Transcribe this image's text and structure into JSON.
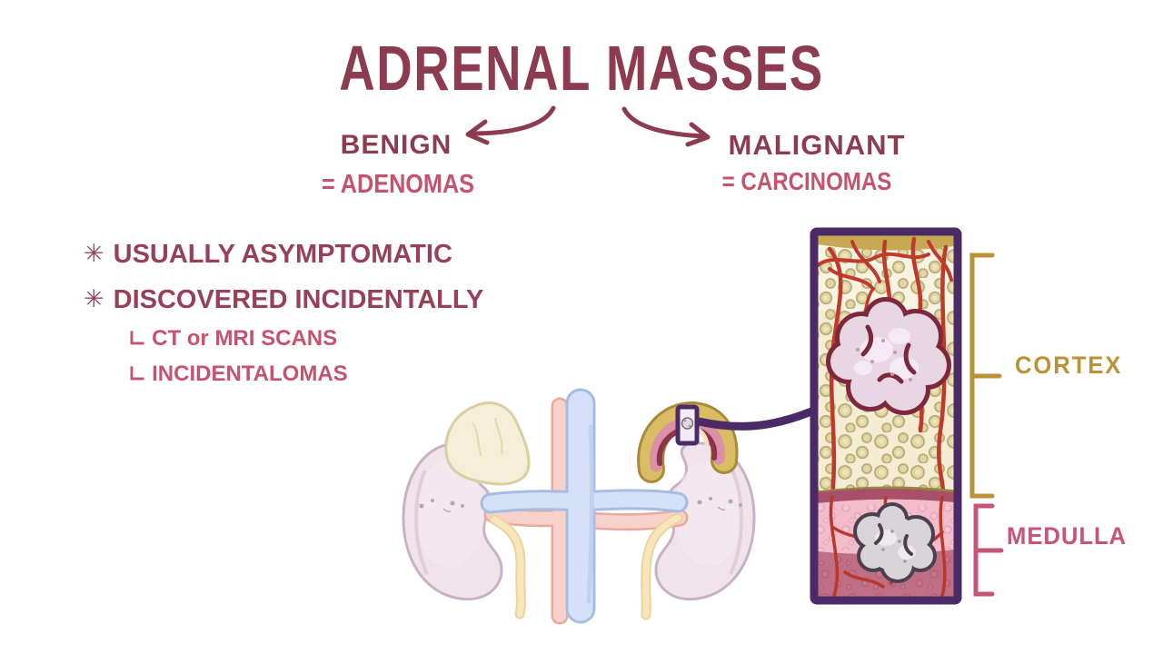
{
  "title": "ADRENAL MASSES",
  "taxonomy": {
    "benign": {
      "label": "BENIGN",
      "definition": "= ADENOMAS"
    },
    "malignant": {
      "label": "MALIGNANT",
      "definition": "= CARCINOMAS"
    }
  },
  "facts": {
    "bullet_glyph": "✳",
    "sub_bullet_glyph": "∟",
    "items": [
      {
        "text": "USUALLY ASYMPTOMATIC"
      },
      {
        "text": "DISCOVERED INCIDENTALLY",
        "sub": [
          "CT or MRI SCANS",
          "INCIDENTALOMAS"
        ]
      }
    ]
  },
  "histology": {
    "cortex_label": "CORTEX",
    "medulla_label": "MEDULLA"
  },
  "colors": {
    "title_maroon": "#8d3b50",
    "accent_pink": "#c5536d",
    "cortex_gold": "#bb9336",
    "medulla_label_pink": "#c65578",
    "inset_frame_purple": "#4b2b66",
    "vessel_red": "#bf3a2a",
    "kidney_pink": "#f1e3ea",
    "vein_blue": "#d5e1f8",
    "artery_pink": "#f8d2ca",
    "ureter_yellow": "#f7e6bb",
    "cortex_cream": "#f4edd3",
    "medulla_band_pink": "#f2bcca",
    "medulla_band_dark": "#c06e85",
    "adenoma_outline": "#7e2840",
    "pheochromocytoma_outline": "#4c4050",
    "background": "#ffffff"
  }
}
